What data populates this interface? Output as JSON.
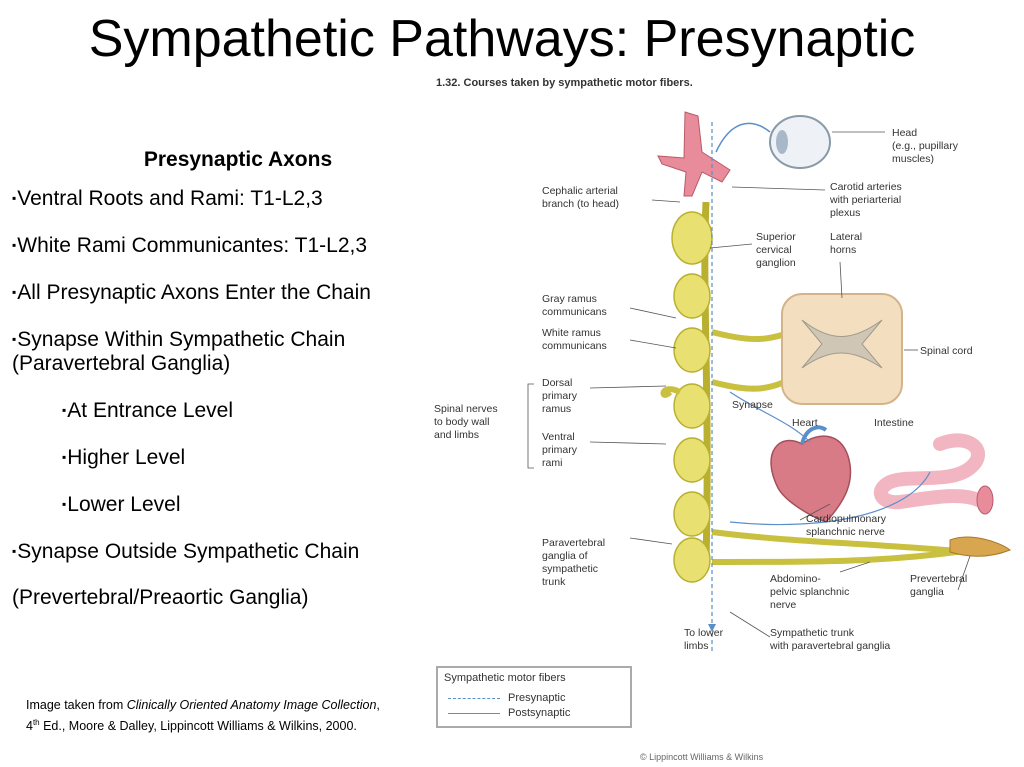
{
  "slide": {
    "title": "Sympathetic Pathways: Presynaptic"
  },
  "content": {
    "heading": "Presynaptic Axons",
    "bullets": [
      {
        "text": "Ventral Roots and Rami: T1-L2,3"
      },
      {
        "text": "White Rami Communicantes: T1-L2,3"
      },
      {
        "text": "All Presynaptic Axons Enter the Chain"
      },
      {
        "text": "Synapse Within Sympathetic Chain",
        "text2": "(Paravertebral Ganglia)"
      },
      {
        "text": "At Entrance Level"
      },
      {
        "text": "Higher Level"
      },
      {
        "text": "Lower Level"
      },
      {
        "text": "Synapse Outside Sympathetic Chain"
      },
      {
        "text": "(Prevertebral/Preaortic Ganglia)"
      }
    ],
    "bullet_glyph": "▪"
  },
  "caption": {
    "prefix": "Image taken from ",
    "source_title": "Clinically Oriented Anatomy Image Collection",
    "comma": ",",
    "edition_num": "4",
    "edition_sup": "th",
    "rest": " Ed., Moore & Dalley, Lippincott Williams & Wilkins, 2000."
  },
  "figure": {
    "title": "1.32. Courses taken by sympathetic motor fibers.",
    "labels": {
      "head": [
        "Head",
        "(e.g., pupillary",
        "muscles)"
      ],
      "cephalic": [
        "Cephalic arterial",
        "branch (to head)"
      ],
      "carotid": [
        "Carotid arteries",
        "with periarterial",
        "plexus"
      ],
      "superior_ganglion": [
        "Superior",
        "cervical",
        "ganglion"
      ],
      "lateral_horns": [
        "Lateral",
        "horns"
      ],
      "gray_ramus": [
        "Gray ramus",
        "communicans"
      ],
      "white_ramus": [
        "White ramus",
        "communicans"
      ],
      "spinal_cord": [
        "Spinal cord"
      ],
      "dorsal_ramus": [
        "Dorsal",
        "primary",
        "ramus"
      ],
      "spinal_nerves": [
        "Spinal nerves",
        "to body wall",
        "and limbs"
      ],
      "synapse": [
        "Synapse"
      ],
      "heart": [
        "Heart"
      ],
      "intestine": [
        "Intestine"
      ],
      "ventral_ramus": [
        "Ventral",
        "primary",
        "rami"
      ],
      "cardiopulmonary": [
        "Cardiopulmonary",
        "splanchnic nerve"
      ],
      "paravertebral": [
        "Paravertebral",
        "ganglia of",
        "sympathetic",
        "trunk"
      ],
      "abdominopelvic": [
        "Abdomino-",
        "pelvic splanchnic",
        "nerve"
      ],
      "prevertebral": [
        "Prevertebral",
        "ganglia"
      ],
      "lower_limbs": [
        "To lower",
        "limbs"
      ],
      "trunk": [
        "Sympathetic trunk",
        "with paravertebral ganglia"
      ]
    },
    "legend": {
      "title": "Sympathetic motor fibers",
      "presynaptic": "Presynaptic",
      "postsynaptic": "Postsynaptic"
    },
    "copyright": "© Lippincott Williams & Wilkins",
    "colors": {
      "ganglia": "#e8e070",
      "nerve_outline": "#b9b030",
      "artery": "#e88b9a",
      "heart": "#d97b86",
      "intestine": "#f2b6c2",
      "presynaptic": "#5a8fc9",
      "postsynaptic": "#5a8fc9"
    }
  }
}
